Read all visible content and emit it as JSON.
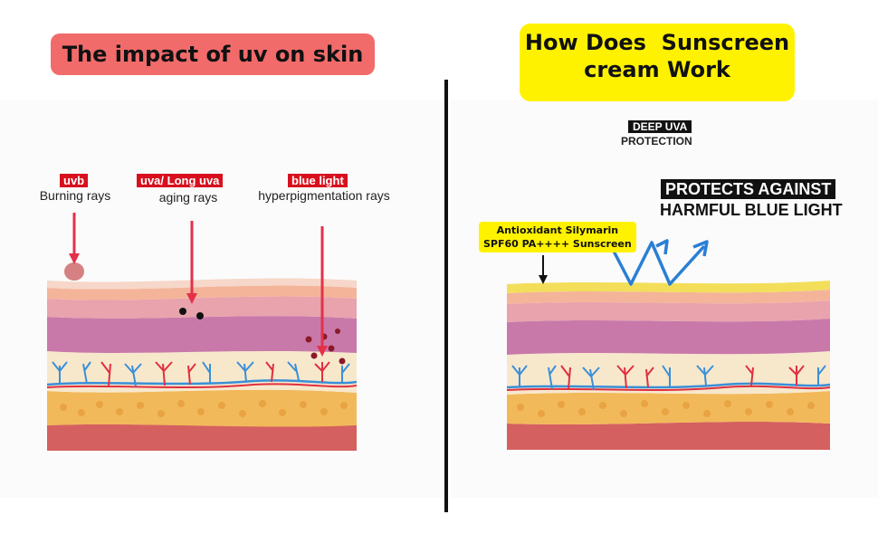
{
  "left": {
    "title": "The impact of uv on skin",
    "rays": [
      {
        "tag": "uvb",
        "label": "Burning rays"
      },
      {
        "tag": "uva/ Long uva",
        "label": "aging rays"
      },
      {
        "tag": "blue light",
        "label": "hyperpigmentation rays"
      }
    ]
  },
  "right": {
    "title_line1": "How Does  Sunscreen",
    "title_line2": "cream Work",
    "deep_uva_tag": "DEEP UVA",
    "deep_uva_label": "PROTECTION",
    "protects_tag": "PROTECTS AGAINST",
    "protects_label": "HARMFUL BLUE LIGHT",
    "product_line1": "Antioxidant Silymarin",
    "product_line2": "SPF60 PA++++ Sunscreen"
  },
  "colors": {
    "title_left_bg": "#f26b6b",
    "title_right_bg": "#fff200",
    "tag_red": "#d8101e",
    "ray_arrow": "#e3314a",
    "blue_light_arrow": "#2a7fd4",
    "skin_top": "#f6d7c9",
    "skin_peach": "#f4b49a",
    "skin_pink": "#e8a3ad",
    "skin_purple": "#c979a9",
    "skin_cream": "#f7e8cc",
    "fat_yellow": "#f2b95a",
    "muscle_red": "#d56060",
    "sunscreen_film": "#f3de5a"
  }
}
